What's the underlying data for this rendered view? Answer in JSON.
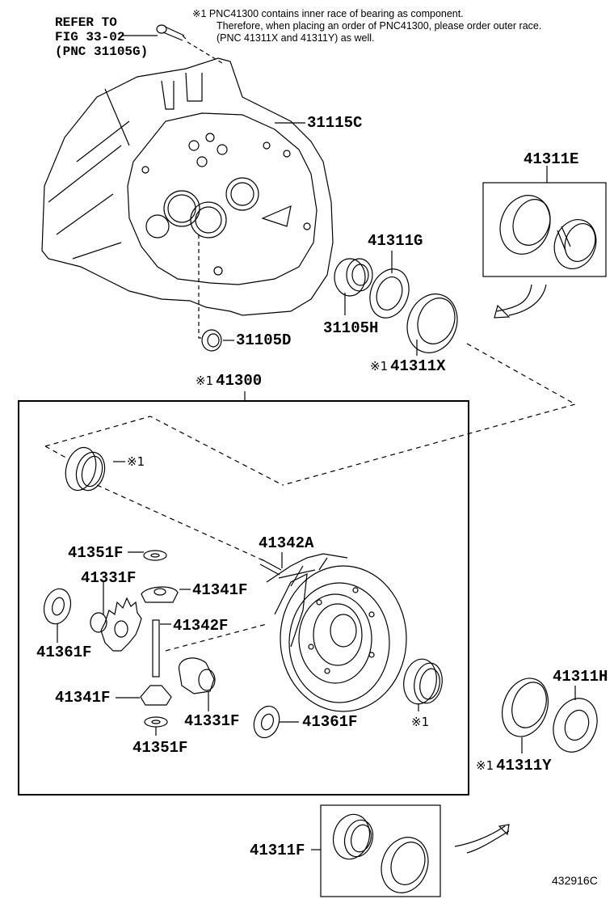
{
  "note": {
    "marker": "※1",
    "lines": [
      "PNC41300 contains inner race of bearing as component.",
      "Therefore, when placing an order of PNC41300, please order outer race.",
      "(PNC 41311X and 41311Y) as well."
    ]
  },
  "reference": {
    "line1": "REFER TO",
    "line2": "FIG 33-02",
    "line3": "(PNC 31105G)"
  },
  "marker_symbol": "※1",
  "parts": {
    "p31115C": "31115C",
    "p31105D": "31105D",
    "p31105H": "31105H",
    "p41311G": "41311G",
    "p41311X": "41311X",
    "p41311E": "41311E",
    "p41300": "41300",
    "p41351F_top": "41351F",
    "p41331F_left": "41331F",
    "p41341F_top": "41341F",
    "p41361F_left": "41361F",
    "p41342F": "41342F",
    "p41342A": "41342A",
    "p41341F_bottom": "41341F",
    "p41331F_bottom": "41331F",
    "p41361F_right": "41361F",
    "p41351F_bottom": "41351F",
    "p41311H": "41311H",
    "p41311Y": "41311Y",
    "p41311F": "41311F"
  },
  "illustration_code": "432916C"
}
